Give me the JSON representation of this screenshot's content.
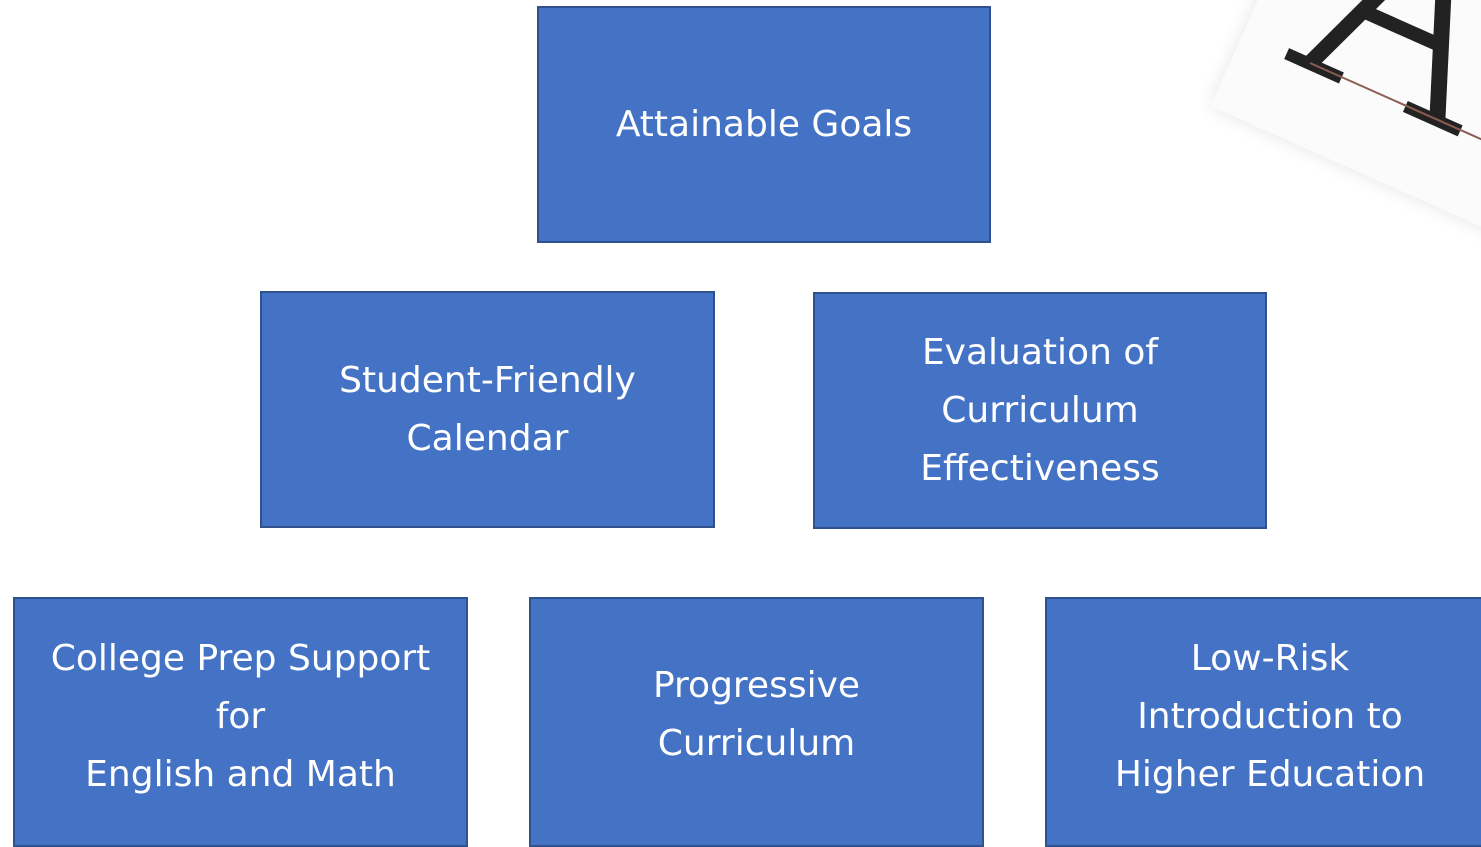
{
  "diagram": {
    "nodes": [
      {
        "id": "attainable-goals",
        "label": "Attainable Goals"
      },
      {
        "id": "student-friendly-calendar",
        "label": "Student-Friendly\nCalendar"
      },
      {
        "id": "evaluation-curriculum",
        "label": "Evaluation of\nCurriculum\nEffectiveness"
      },
      {
        "id": "college-prep",
        "label": "College Prep Support\nfor\nEnglish and Math"
      },
      {
        "id": "progressive-curriculum",
        "label": "Progressive\nCurriculum"
      },
      {
        "id": "low-risk-intro",
        "label": "Low-Risk\nIntroduction to\nHigher Education"
      }
    ],
    "colors": {
      "box_fill": "#4472c4",
      "box_border": "#2f528f",
      "text": "#ffffff"
    }
  },
  "decoration": {
    "icon": "letter-a-paper-icon"
  }
}
